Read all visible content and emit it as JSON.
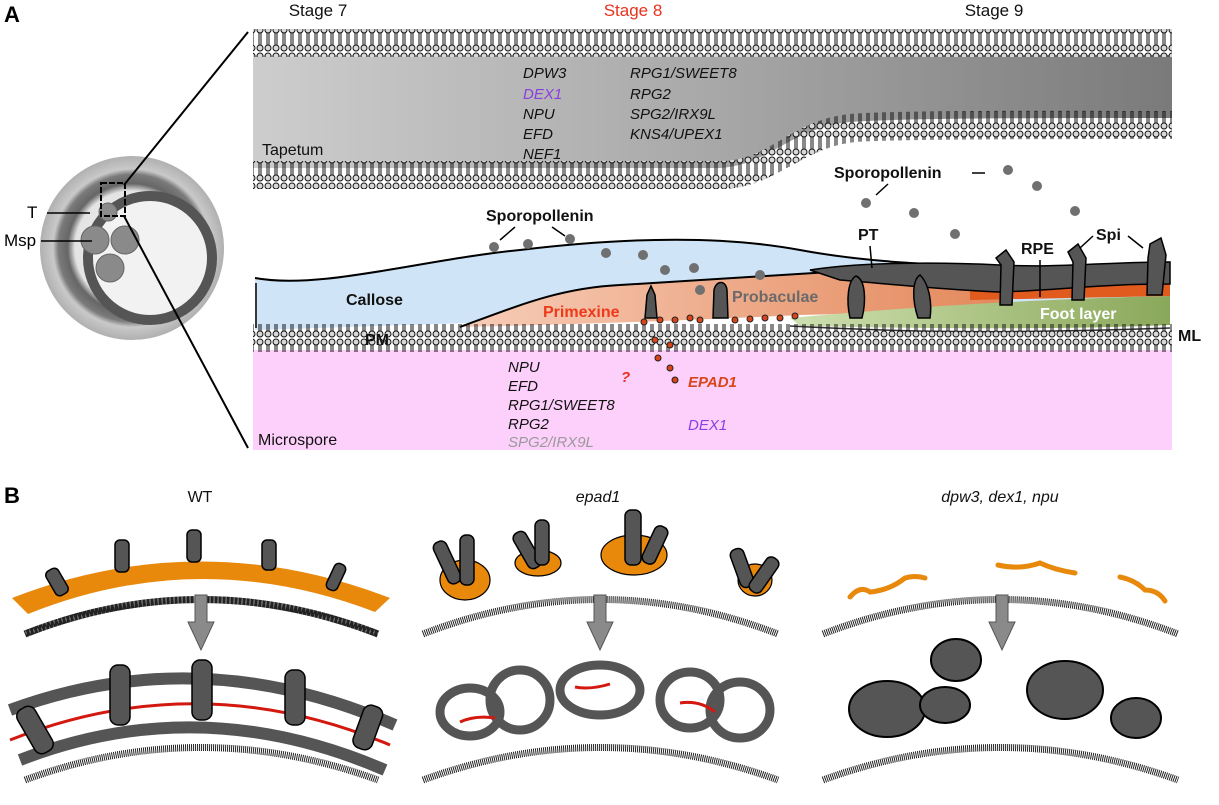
{
  "panels": {
    "a": {
      "letter": "A"
    },
    "b": {
      "letter": "B"
    }
  },
  "histology": {
    "label_t": "T",
    "label_msp": "Msp"
  },
  "stages": {
    "s7": {
      "label": "Stage 7",
      "color": "#111111"
    },
    "s8": {
      "label": "Stage 8",
      "color": "#e8321e"
    },
    "s9": {
      "label": "Stage 9",
      "color": "#111111"
    }
  },
  "tapetum": {
    "label": "Tapetum",
    "genes_col1": [
      {
        "name": "DPW3",
        "color": "#111111"
      },
      {
        "name": "DEX1",
        "color": "#8a3fe0"
      },
      {
        "name": "NPU",
        "color": "#111111"
      },
      {
        "name": "EFD",
        "color": "#111111"
      },
      {
        "name": "NEF1",
        "color": "#111111"
      }
    ],
    "genes_col2": [
      {
        "name": "RPG1/SWEET8",
        "color": "#111111"
      },
      {
        "name": "RPG2",
        "color": "#111111"
      },
      {
        "name": "SPG2/IRX9L",
        "color": "#111111"
      },
      {
        "name": "KNS4/UPEX1",
        "color": "#111111"
      }
    ]
  },
  "wall_labels": {
    "sporopollenin_left": "Sporopollenin",
    "sporopollenin_right": "Sporopollenin",
    "callose": "Callose",
    "primexine": "Primexine",
    "probaculae": "Probaculae",
    "pt": "PT",
    "rpe": "RPE",
    "spi": "Spi",
    "foot_layer": "Foot layer",
    "pm": "PM",
    "ml": "ML"
  },
  "microspore": {
    "label": "Microspore",
    "genes": [
      {
        "name": "NPU",
        "color": "#111111"
      },
      {
        "name": "EFD",
        "color": "#111111"
      },
      {
        "name": "RPG1/SWEET8",
        "color": "#111111"
      },
      {
        "name": "RPG2",
        "color": "#111111"
      },
      {
        "name": "SPG2/IRX9L",
        "color": "#9a9a9a"
      }
    ],
    "question": "?",
    "epad1": "EPAD1",
    "dex1": "DEX1"
  },
  "colors": {
    "callose": "#cfe4f7",
    "primexine": "#f2b8a0",
    "probaculae_layer": "#e07a4f",
    "foot_layer": "#93b064",
    "microspore": "#fdd0fb",
    "exine": "#555555",
    "orange": "#e8890c",
    "red_line": "#d2180f",
    "epad1": "#d9451a",
    "dex1": "#8a3fe0"
  },
  "phenotypes": [
    {
      "title": "WT",
      "italic": false
    },
    {
      "title": "epad1",
      "italic": true
    },
    {
      "title": "dpw3, dex1, npu",
      "italic": true
    }
  ]
}
